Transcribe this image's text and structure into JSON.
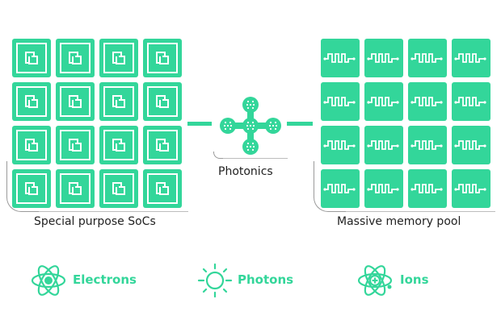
{
  "colors": {
    "accent": "#33d69a",
    "text": "#222222",
    "bracket": "#9a9a9a"
  },
  "left_block": {
    "label": "Special purpose SoCs",
    "tile_icon": "interlocked-squares-icon",
    "rows": 4,
    "cols": 4
  },
  "center": {
    "label": "Photonics",
    "icon": "photonic-cross-icon"
  },
  "right_block": {
    "label": "Massive memory pool",
    "tile_icon": "square-wave-icon",
    "rows": 4,
    "cols": 4
  },
  "legend": [
    {
      "label": "Electrons",
      "icon": "atom-icon"
    },
    {
      "label": "Photons",
      "icon": "sun-icon"
    },
    {
      "label": "Ions",
      "icon": "atom-plus-icon"
    }
  ]
}
